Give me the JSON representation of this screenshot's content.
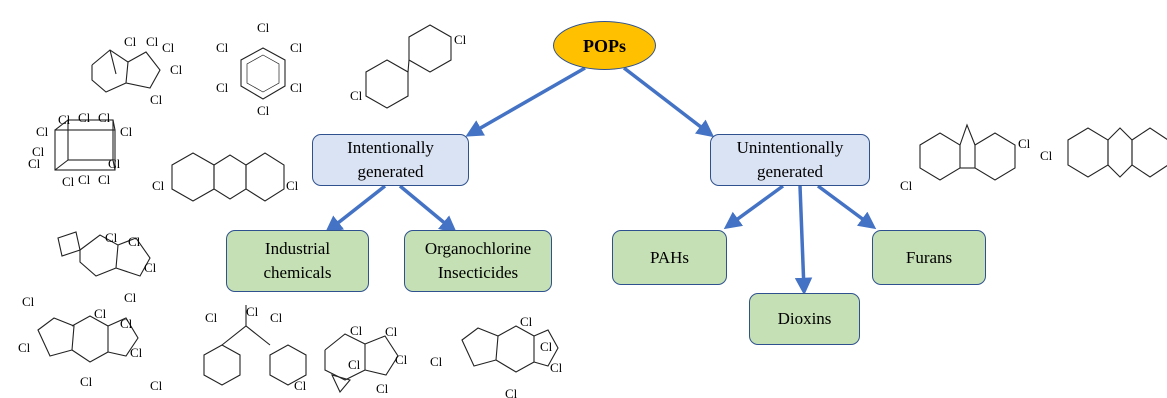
{
  "root": {
    "label": "POPs"
  },
  "branches": [
    {
      "label_lines": [
        "Intentionally",
        "generated"
      ],
      "children": [
        {
          "label_lines": [
            "Industrial",
            "chemicals"
          ]
        },
        {
          "label_lines": [
            "Organochlorine",
            "Insecticides"
          ]
        }
      ]
    },
    {
      "label_lines": [
        "Unintentionally",
        "generated"
      ],
      "children": [
        {
          "label_lines": [
            "PAHs"
          ]
        },
        {
          "label_lines": [
            "Dioxins"
          ]
        },
        {
          "label_lines": [
            "Furans"
          ]
        }
      ]
    }
  ],
  "structure_atom_label": "Cl",
  "colors": {
    "root_fill": "#ffc000",
    "mid_fill": "#dae3f3",
    "leaf_fill": "#c5e0b4",
    "border": "#2f528f",
    "arrow": "#4472c4"
  }
}
